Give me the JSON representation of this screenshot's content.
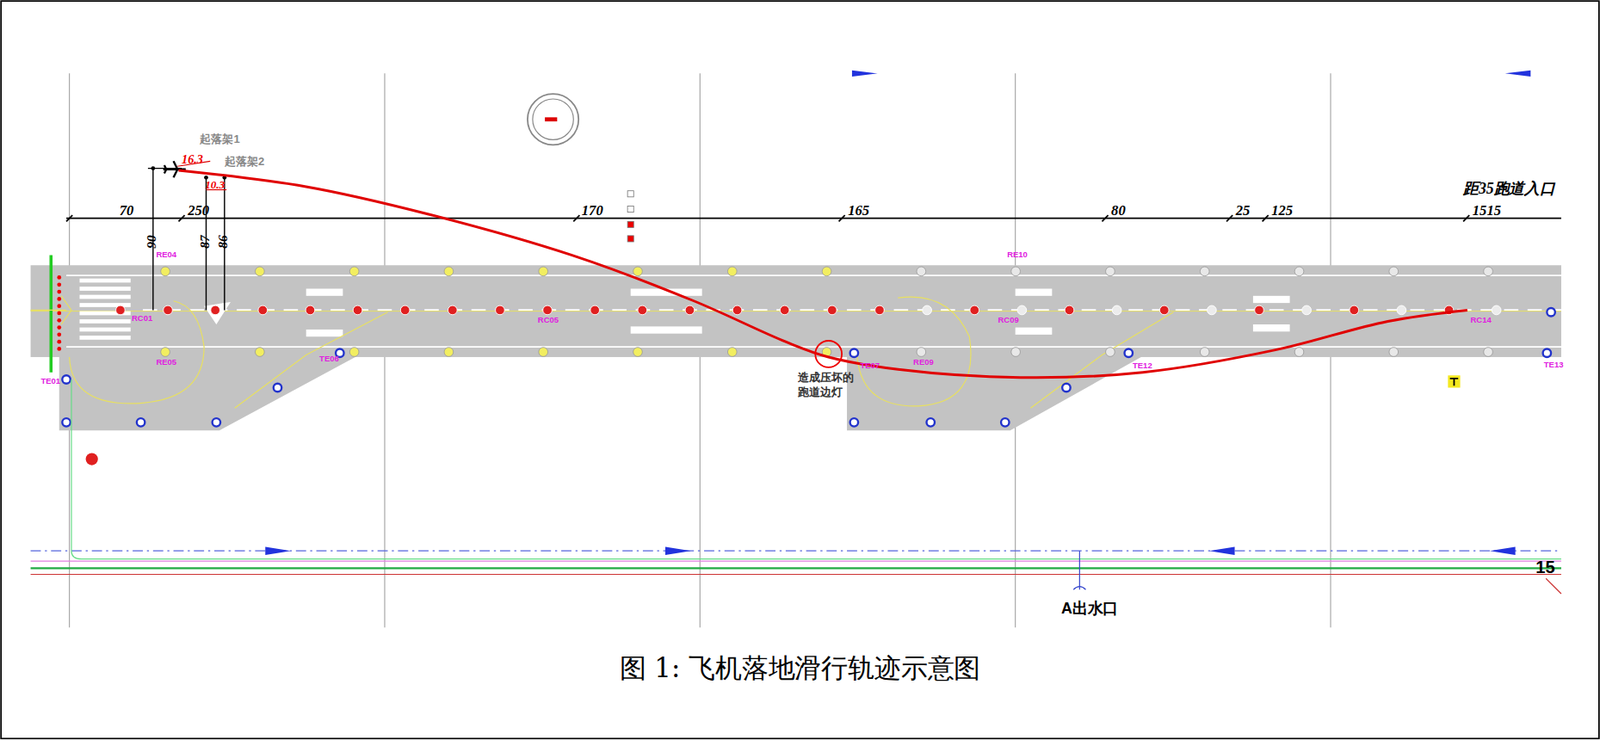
{
  "diagram": {
    "caption": "图 1: 飞机落地滑行轨迹示意图",
    "labels": [
      "起落架1",
      "起落架2",
      "16.3",
      "10.3",
      "70",
      "250",
      "170",
      "165",
      "80",
      "25",
      "125",
      "1515",
      "距35跑道入口",
      "90",
      "87",
      "86",
      "造成压坏的 跑道边灯",
      "A出水口",
      "15",
      "RE04",
      "RC01",
      "RE05",
      "TE06",
      "RC05",
      "TE07",
      "RE09",
      "RE10",
      "RC09",
      "TE12",
      "RC14",
      "TE13",
      "TE01"
    ]
  }
}
